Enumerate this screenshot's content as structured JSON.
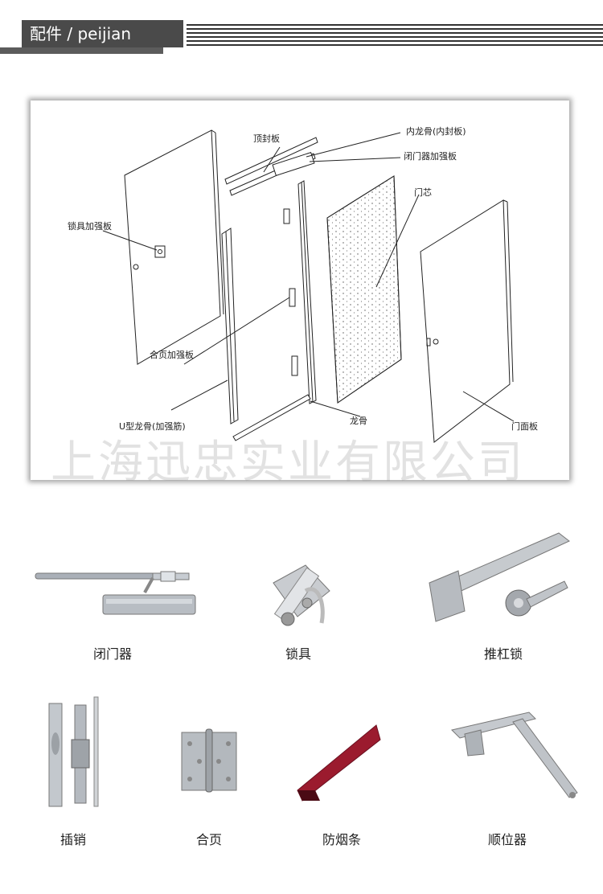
{
  "header": {
    "title": "配件 / peijian"
  },
  "diagram": {
    "labels": {
      "top_plate": "顶封板",
      "inner_keel": "内龙骨(内封板)",
      "closer_plate": "闭门器加强板",
      "door_core": "门芯",
      "lock_plate": "锁具加强板",
      "hinge_plate": "合页加强板",
      "u_keel": "U型龙骨(加强筋)",
      "keel": "龙骨",
      "door_panel": "门面板"
    },
    "watermark": "上海迅忠实业有限公司"
  },
  "products": [
    {
      "name": "闭门器",
      "icon": "door-closer"
    },
    {
      "name": "锁具",
      "icon": "mortise-lock"
    },
    {
      "name": "推杠锁",
      "icon": "panic-bar-lock"
    },
    {
      "name": "插销",
      "icon": "flush-bolt"
    },
    {
      "name": "合页",
      "icon": "hinge"
    },
    {
      "name": "防烟条",
      "icon": "smoke-seal"
    },
    {
      "name": "顺位器",
      "icon": "door-coordinator"
    }
  ]
}
